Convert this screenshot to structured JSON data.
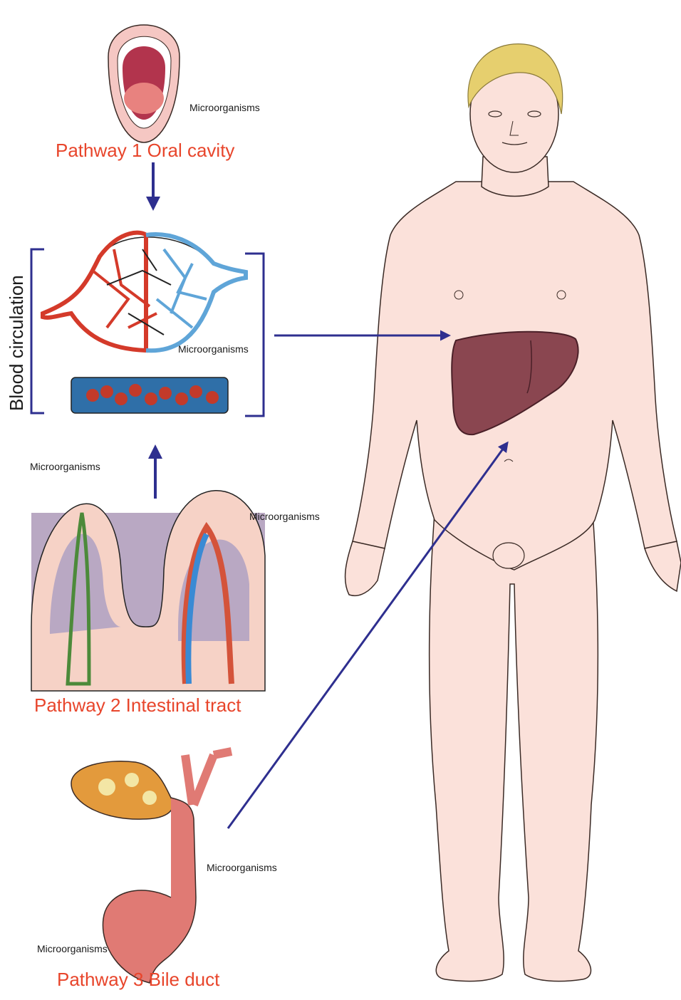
{
  "labels": {
    "pathway1": "Pathway 1 Oral cavity",
    "pathway2": "Pathway 2 Intestinal tract",
    "pathway3": "Pathway 3 Bile duct",
    "blood_circulation": "Blood circulation",
    "micro_oral": "Microorganisms",
    "micro_blood": "Microorganisms",
    "micro_villus_left": "Microorganisms",
    "micro_villus_right": "Microorganisms",
    "micro_bile": "Microorganisms",
    "micro_duodenum": "Microorganisms"
  },
  "colors": {
    "pathway_text": "#e8452b",
    "arrow": "#2e2f8f",
    "skin": "#fbe1da",
    "skin_outline": "#3a2a25",
    "hair": "#e6cf6e",
    "liver": "#8a4650",
    "artery": "#d43a2a",
    "vein": "#5fa5d8",
    "villus_bg": "#b9a8c3"
  }
}
